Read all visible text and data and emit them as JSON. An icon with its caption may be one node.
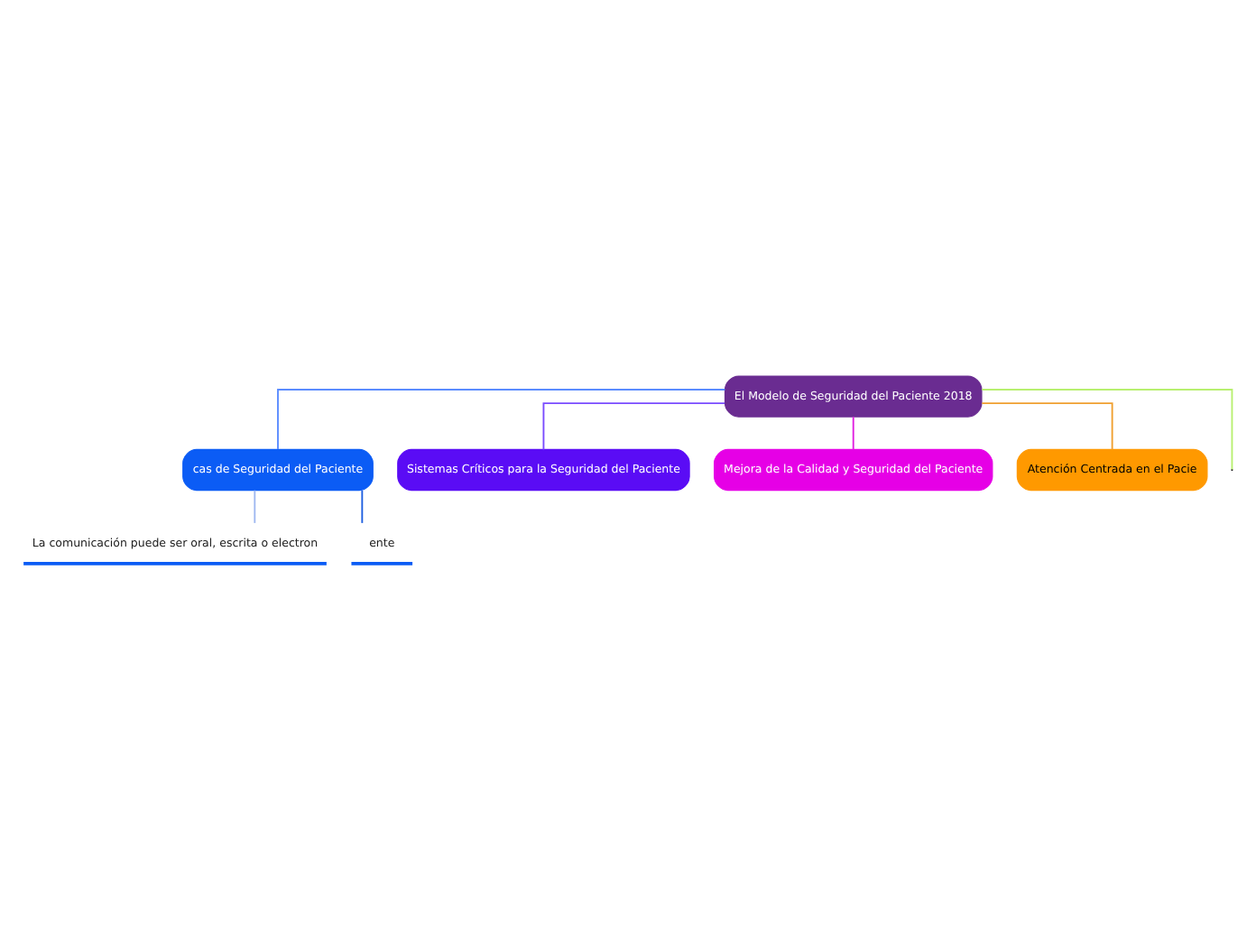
{
  "diagram": {
    "nodes": [
      {
        "text": [
          "El Modelo de Seguridad del Paciente 2018"
        ]
      },
      {
        "text": [
          "cas de Seguridad del Paciente"
        ]
      },
      {
        "text": [
          "Sistemas Críticos para la Seguridad del Paciente"
        ]
      },
      {
        "text": [
          "Mejora de la Calidad y Seguridad del Paciente"
        ]
      },
      {
        "text": [
          "Atención Centrada en el Pacie"
        ]
      },
      {
        "text": [
          "La comunicación puede ser oral, escrita o electron"
        ]
      },
      {
        "text": [
          "ente"
        ]
      }
    ],
    "edges": [
      {
        "from": 0,
        "to": 1,
        "arrow": "none",
        "color": "#5b8cff"
      },
      {
        "from": 0,
        "to": 2,
        "arrow": "none",
        "color": "#7a4cff"
      },
      {
        "from": 0,
        "to": 3,
        "arrow": "none",
        "color": "#e020e0"
      },
      {
        "from": 0,
        "to": 4,
        "arrow": "none",
        "color": "#f0a030"
      },
      {
        "from": 0,
        "to": null,
        "arrow": "none",
        "color": "#b8f070"
      },
      {
        "from": 1,
        "to": 6,
        "arrow": "none",
        "color": "#1f5fe0"
      },
      {
        "from": 1,
        "to": 5,
        "arrow": "none",
        "color": "#9fb8f0"
      }
    ]
  }
}
